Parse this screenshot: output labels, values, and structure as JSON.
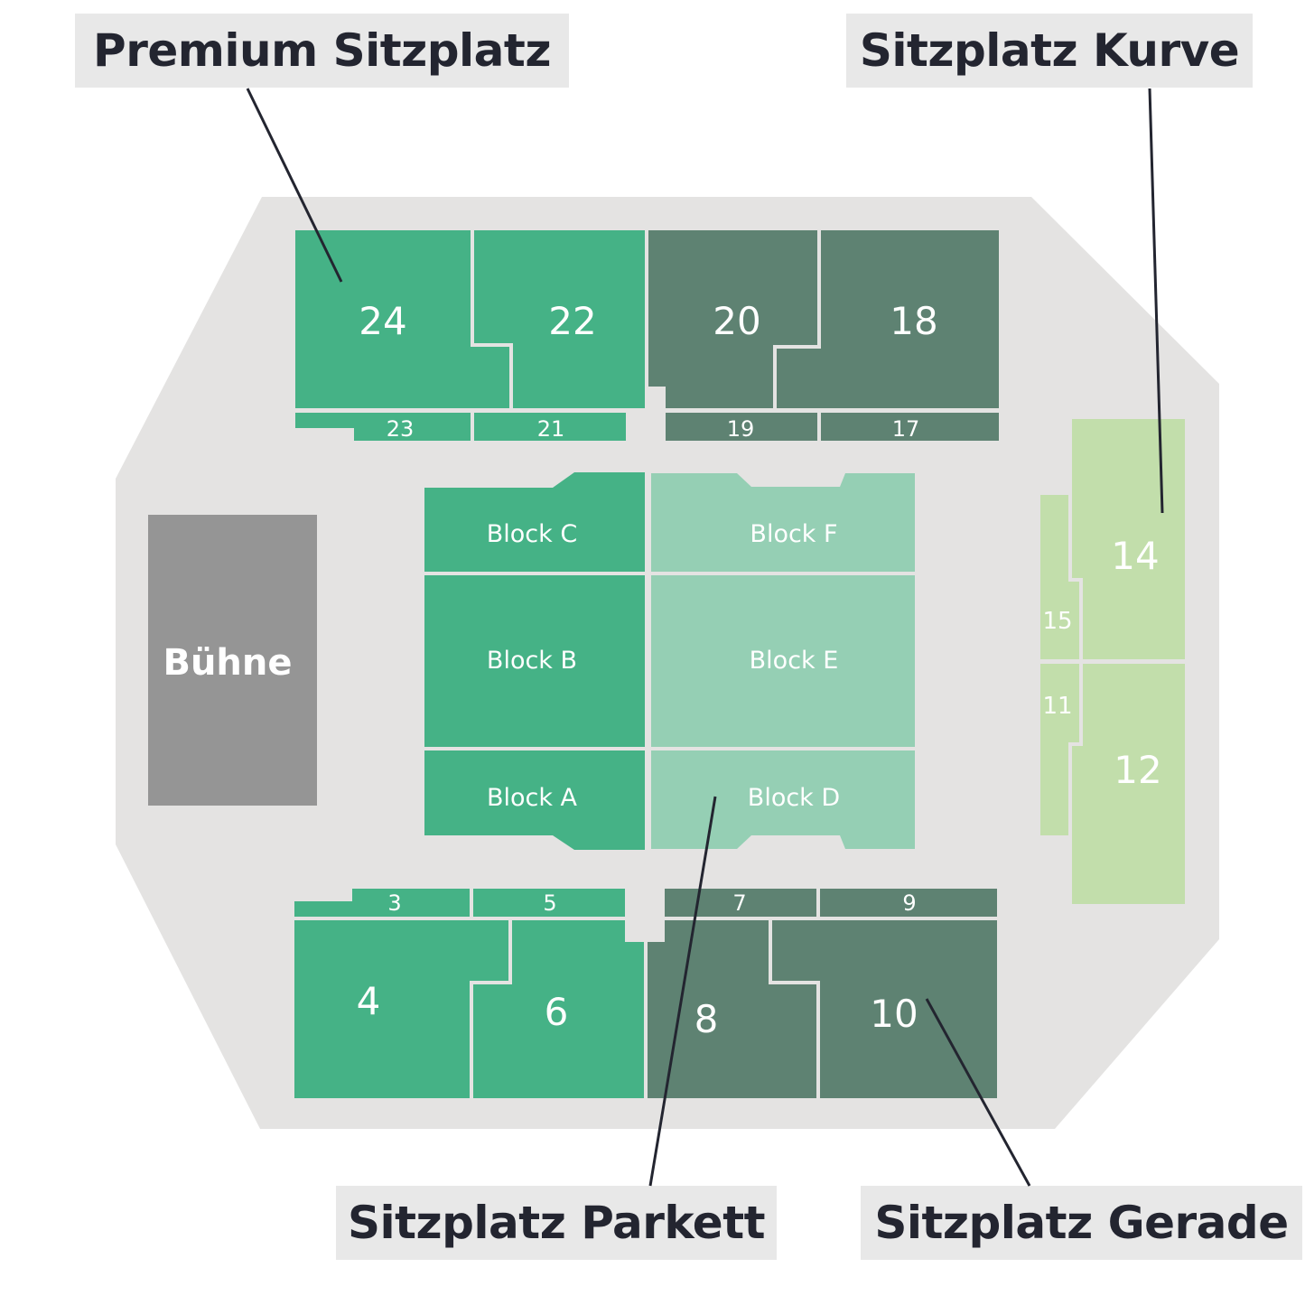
{
  "callouts": {
    "premium": "Premium Sitzplatz",
    "kurve": "Sitzplatz Kurve",
    "parkett": "Sitzplatz Parkett",
    "gerade": "Sitzplatz Gerade"
  },
  "stage": {
    "label": "Bühne"
  },
  "colors": {
    "venue_floor": "#e4e3e2",
    "premium": "#45b286",
    "gerade": "#5e8272",
    "parkett_left": "#45b286",
    "parkett_right": "#95cfb4",
    "kurve": "#c2deab",
    "stage": "#959595",
    "divider": "#e4e3e2"
  },
  "sections": {
    "top": {
      "s24": "24",
      "s22": "22",
      "s20": "20",
      "s18": "18",
      "s23": "23",
      "s21": "21",
      "s19": "19",
      "s17": "17"
    },
    "bottom": {
      "s3": "3",
      "s5": "5",
      "s7": "7",
      "s9": "9",
      "s4": "4",
      "s6": "6",
      "s8": "8",
      "s10": "10"
    },
    "right": {
      "s14": "14",
      "s15": "15",
      "s11": "11",
      "s12": "12"
    },
    "parkett": {
      "blockA": "Block A",
      "blockB": "Block B",
      "blockC": "Block C",
      "blockD": "Block D",
      "blockE": "Block E",
      "blockF": "Block F"
    }
  }
}
